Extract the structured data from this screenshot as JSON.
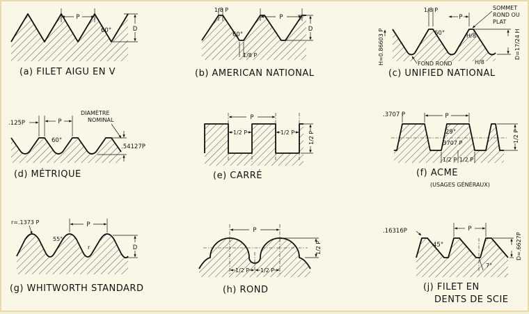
{
  "panels": [
    {
      "caption": "(a) FILET AIGU EN V",
      "labels": {
        "pitch": "P",
        "angle": "60°",
        "depth": "D"
      }
    },
    {
      "caption": "(b) AMERICAN NATIONAL",
      "labels": {
        "pitch": "P",
        "top_fraction": "1/8 P",
        "bottom_fraction": "1/8 P",
        "angle": "60°",
        "depth": "D"
      }
    },
    {
      "caption": "(c) UNIFIED NATIONAL",
      "labels": {
        "height": "H=0.86603 P",
        "top_fraction": "1/8 P",
        "pitch": "P",
        "crest_note": "SOMMET ROND OU PLAT",
        "angle": "60°",
        "crest_h": "H/8",
        "root_h": "H/8",
        "root_note": "FOND ROND",
        "depth": "D=17/24 H"
      }
    },
    {
      "caption": "(d) MÉTRIQUE",
      "labels": {
        "crest_flat": ".125P",
        "pitch": "P",
        "nominal": "DIAMÈTRE NOMINAL",
        "angle": "60°",
        "depth": ".54127P"
      }
    },
    {
      "caption": "(e) CARRÉ",
      "labels": {
        "pitch": "P",
        "half_left": "1/2 P",
        "half_right": "1/2 P",
        "depth": "1/2 P"
      }
    },
    {
      "caption": "(f) ACME",
      "subcaption": "(USAGES GÉNÉRAUX)",
      "labels": {
        "crest_flat": ".3707 P",
        "pitch": "P",
        "angle": "29°",
        "root_flat": ".3707 P",
        "depth": "1/2 P",
        "half_left": "1/2 P",
        "half_right": "1/2 P"
      }
    },
    {
      "caption": "(g) WHITWORTH STANDARD",
      "labels": {
        "radius": "r=.1373 P",
        "pitch": "P",
        "angle": "55°",
        "r": "r",
        "depth": "D"
      }
    },
    {
      "caption": "(h) ROND",
      "labels": {
        "pitch": "P",
        "depth": "1/2 P",
        "half_left": "1/2 P",
        "half_right": "1/2 P"
      }
    },
    {
      "caption": "(j) FILET EN DENTS DE SCIE",
      "labels": {
        "crest_flat": ".16316P",
        "pitch": "P",
        "angle": "45°",
        "back_angle": "7°",
        "depth": "D=.6627P"
      }
    }
  ]
}
